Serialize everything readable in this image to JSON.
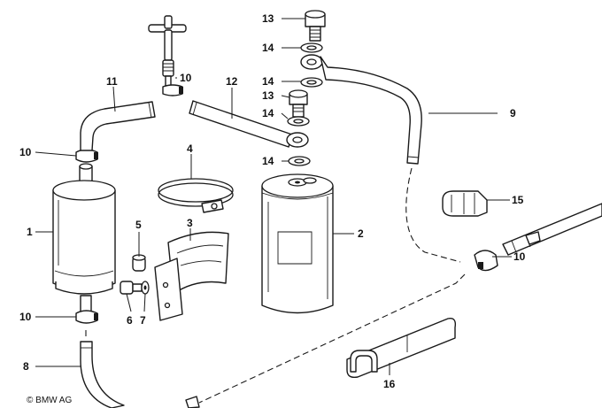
{
  "diagram": {
    "copyright": "© BMW AG",
    "callouts": [
      {
        "id": "c1",
        "text": "1"
      },
      {
        "id": "c2",
        "text": "2"
      },
      {
        "id": "c3",
        "text": "3"
      },
      {
        "id": "c4",
        "text": "4"
      },
      {
        "id": "c5",
        "text": "5"
      },
      {
        "id": "c6",
        "text": "6"
      },
      {
        "id": "c7",
        "text": "7"
      },
      {
        "id": "c8",
        "text": "8"
      },
      {
        "id": "c9",
        "text": "9"
      },
      {
        "id": "c10a",
        "text": "10"
      },
      {
        "id": "c10b",
        "text": "10"
      },
      {
        "id": "c10c",
        "text": "10"
      },
      {
        "id": "c10d",
        "text": "10"
      },
      {
        "id": "c11",
        "text": "11"
      },
      {
        "id": "c12",
        "text": "12"
      },
      {
        "id": "c13a",
        "text": "13"
      },
      {
        "id": "c13b",
        "text": "13"
      },
      {
        "id": "c14a",
        "text": "14"
      },
      {
        "id": "c14b",
        "text": "14"
      },
      {
        "id": "c14c",
        "text": "14"
      },
      {
        "id": "c14d",
        "text": "14"
      },
      {
        "id": "c15",
        "text": "15"
      },
      {
        "id": "c16",
        "text": "16"
      }
    ]
  }
}
